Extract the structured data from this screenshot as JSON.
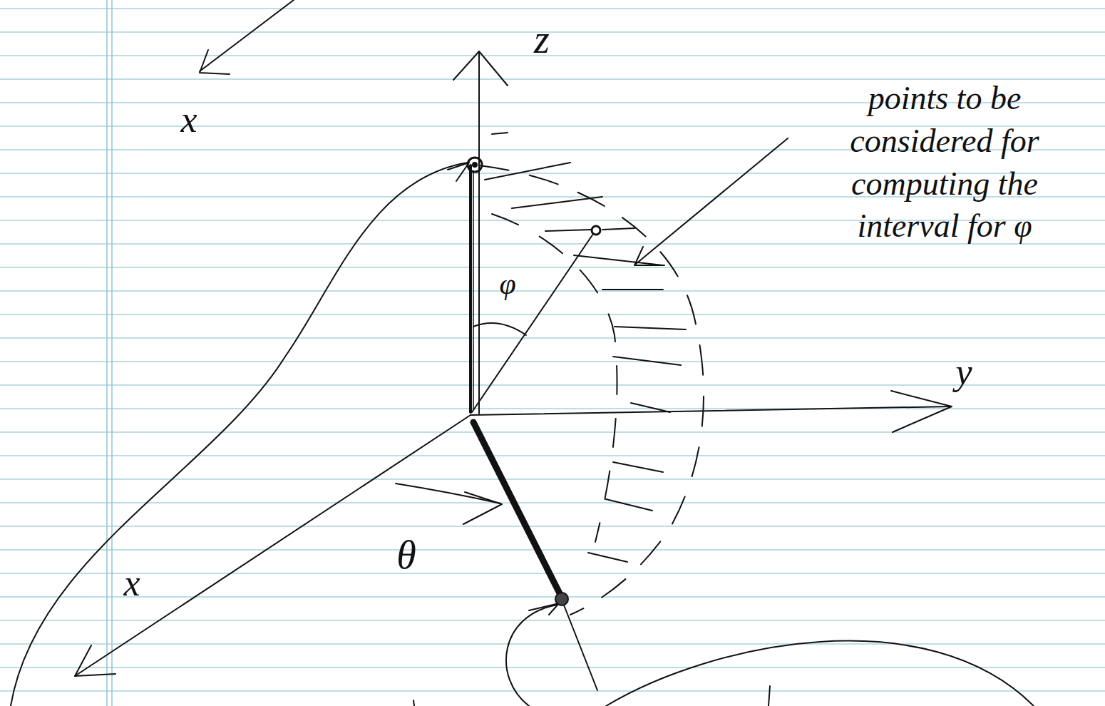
{
  "diagram": {
    "labels": [
      "x",
      "z",
      "φ",
      "points to be considered for computing the interval for φ",
      "y",
      "θ",
      "x"
    ]
  }
}
